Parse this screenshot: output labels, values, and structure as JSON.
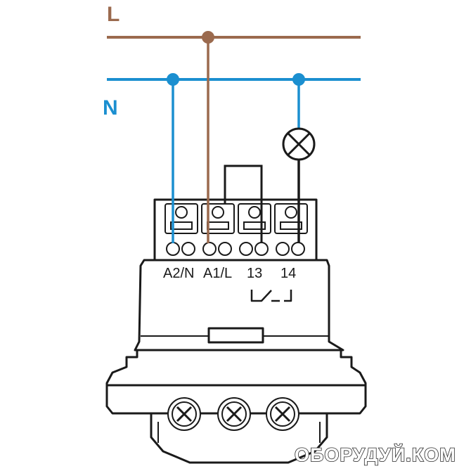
{
  "rails": {
    "live": {
      "label": "L",
      "color": "#9b6a4e"
    },
    "neutral": {
      "label": "N",
      "color": "#1b8fd0"
    }
  },
  "device": {
    "terminals": [
      {
        "label": "A2/N"
      },
      {
        "label": "A1/L"
      },
      {
        "label": "13"
      },
      {
        "label": "14"
      }
    ],
    "screw_count": 3
  },
  "load": {
    "icon": "lamp-icon"
  },
  "watermark": "ОБОРУДУЙ.КОМ",
  "colors": {
    "outline": "#1a1a1a",
    "body_fill": "#ffffff",
    "background": "#ffffff"
  }
}
